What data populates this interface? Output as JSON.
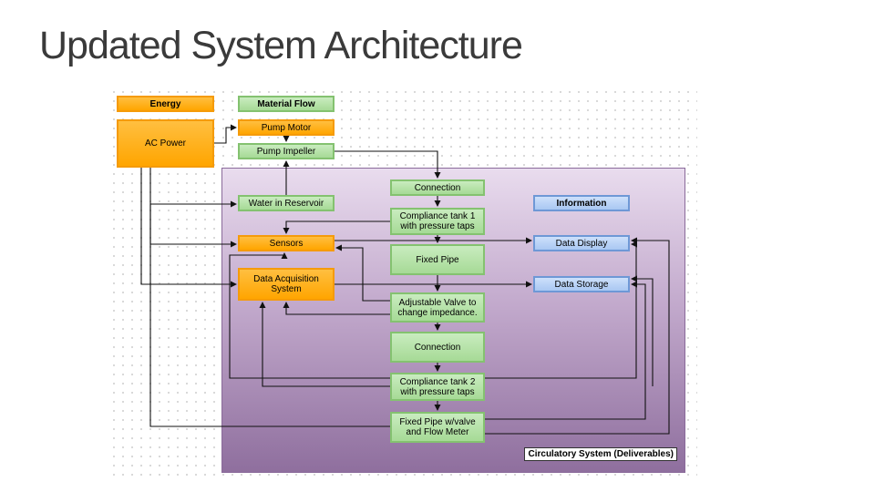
{
  "slide": {
    "title": "Updated System Architecture"
  },
  "legend": {
    "energy": "Energy",
    "material_flow": "Material Flow",
    "information": "Information"
  },
  "nodes": {
    "ac_power": "AC Power",
    "pump_motor": "Pump Motor",
    "pump_impeller": "Pump Impeller",
    "water_reservoir": "Water in Reservoir",
    "sensors": "Sensors",
    "daq": "Data Acquisition System",
    "connection_1": "Connection",
    "compliance_tank_1": "Compliance tank 1 with pressure taps",
    "fixed_pipe": "Fixed Pipe",
    "adjustable_valve": "Adjustable Valve to change impedance.",
    "connection_2": "Connection",
    "compliance_tank_2": "Compliance tank 2 with pressure taps",
    "fixed_pipe_valve": "Fixed Pipe w/valve and Flow Meter",
    "data_display": "Data Display",
    "data_storage": "Data Storage"
  },
  "region": {
    "label": "Circulatory System (Deliverables)"
  },
  "colors": {
    "energy": "#ffa500",
    "material": "#a6da96",
    "information": "#a9c7f2",
    "region": "#8f6f9e"
  }
}
